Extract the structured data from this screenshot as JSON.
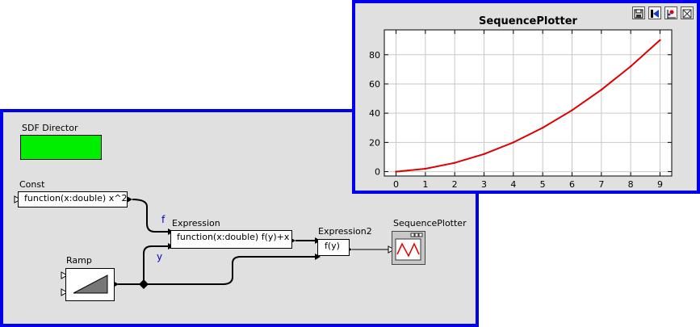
{
  "model": {
    "director_label": "SDF Director",
    "const": {
      "name": "Const",
      "value": "function(x:double) x^2"
    },
    "expression": {
      "name": "Expression",
      "value": "function(x:double) f(y)+x",
      "port_f": "f",
      "port_y": "y"
    },
    "expression2": {
      "name": "Expression2",
      "value": "f(y)"
    },
    "ramp": {
      "name": "Ramp"
    },
    "plotter": {
      "name": "SequencePlotter"
    },
    "colors": {
      "director": "#00ee00",
      "window_border": "#0000ee",
      "port_label": "#0000cc"
    }
  },
  "plot_window": {
    "toolbar": [
      {
        "icon": "save-icon"
      },
      {
        "icon": "fill-icon"
      },
      {
        "icon": "reset-axes-icon"
      },
      {
        "icon": "zoom-icon"
      }
    ]
  },
  "chart_data": {
    "type": "line",
    "title": "SequencePlotter",
    "xlabel": "",
    "ylabel": "",
    "x": [
      0,
      1,
      2,
      3,
      4,
      5,
      6,
      7,
      8,
      9
    ],
    "series": [
      {
        "values": [
          0,
          2,
          6,
          12,
          20,
          30,
          42,
          56,
          72,
          90
        ],
        "color": "#dd0000"
      }
    ],
    "xlim": [
      -0.4,
      9.4
    ],
    "ylim": [
      -3,
      97
    ],
    "xticks": [
      0,
      1,
      2,
      3,
      4,
      5,
      6,
      7,
      8,
      9
    ],
    "yticks": [
      0,
      20,
      40,
      60,
      80
    ],
    "grid": true,
    "legend": "none"
  }
}
